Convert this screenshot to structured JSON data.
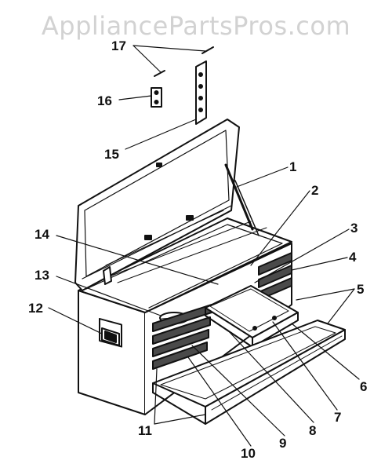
{
  "watermark": "AppliancePartsPros.com",
  "colors": {
    "ink": "#111111",
    "watermark": "#d2d2d2",
    "shade": "#4a4a4a",
    "paper": "#ffffff"
  },
  "callouts": [
    "1",
    "2",
    "3",
    "4",
    "5",
    "6",
    "7",
    "8",
    "9",
    "10",
    "11",
    "12",
    "13",
    "14",
    "15",
    "16",
    "17"
  ]
}
